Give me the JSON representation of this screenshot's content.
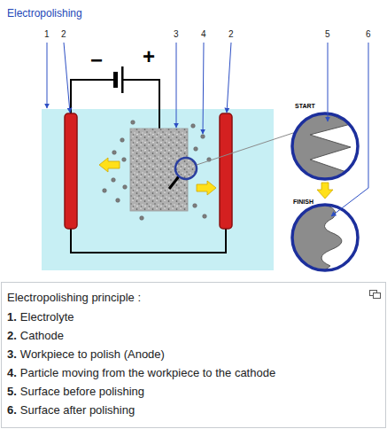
{
  "diagram": {
    "title": "Electropolishing",
    "caption": "Electropolishing principle :",
    "labels": [
      "1",
      "2",
      "3",
      "4",
      "2",
      "5",
      "6",
      "−",
      "+",
      "START",
      "FINISH",
      "1.",
      "Electrolyte",
      "2.",
      "Cathode",
      "3.",
      "Workpiece to polish (Anode)",
      "4.",
      "Particle moving from the workpiece to the cathode",
      "5.",
      "Surface before polishing",
      "6.",
      "Surface after polishing"
    ]
  }
}
